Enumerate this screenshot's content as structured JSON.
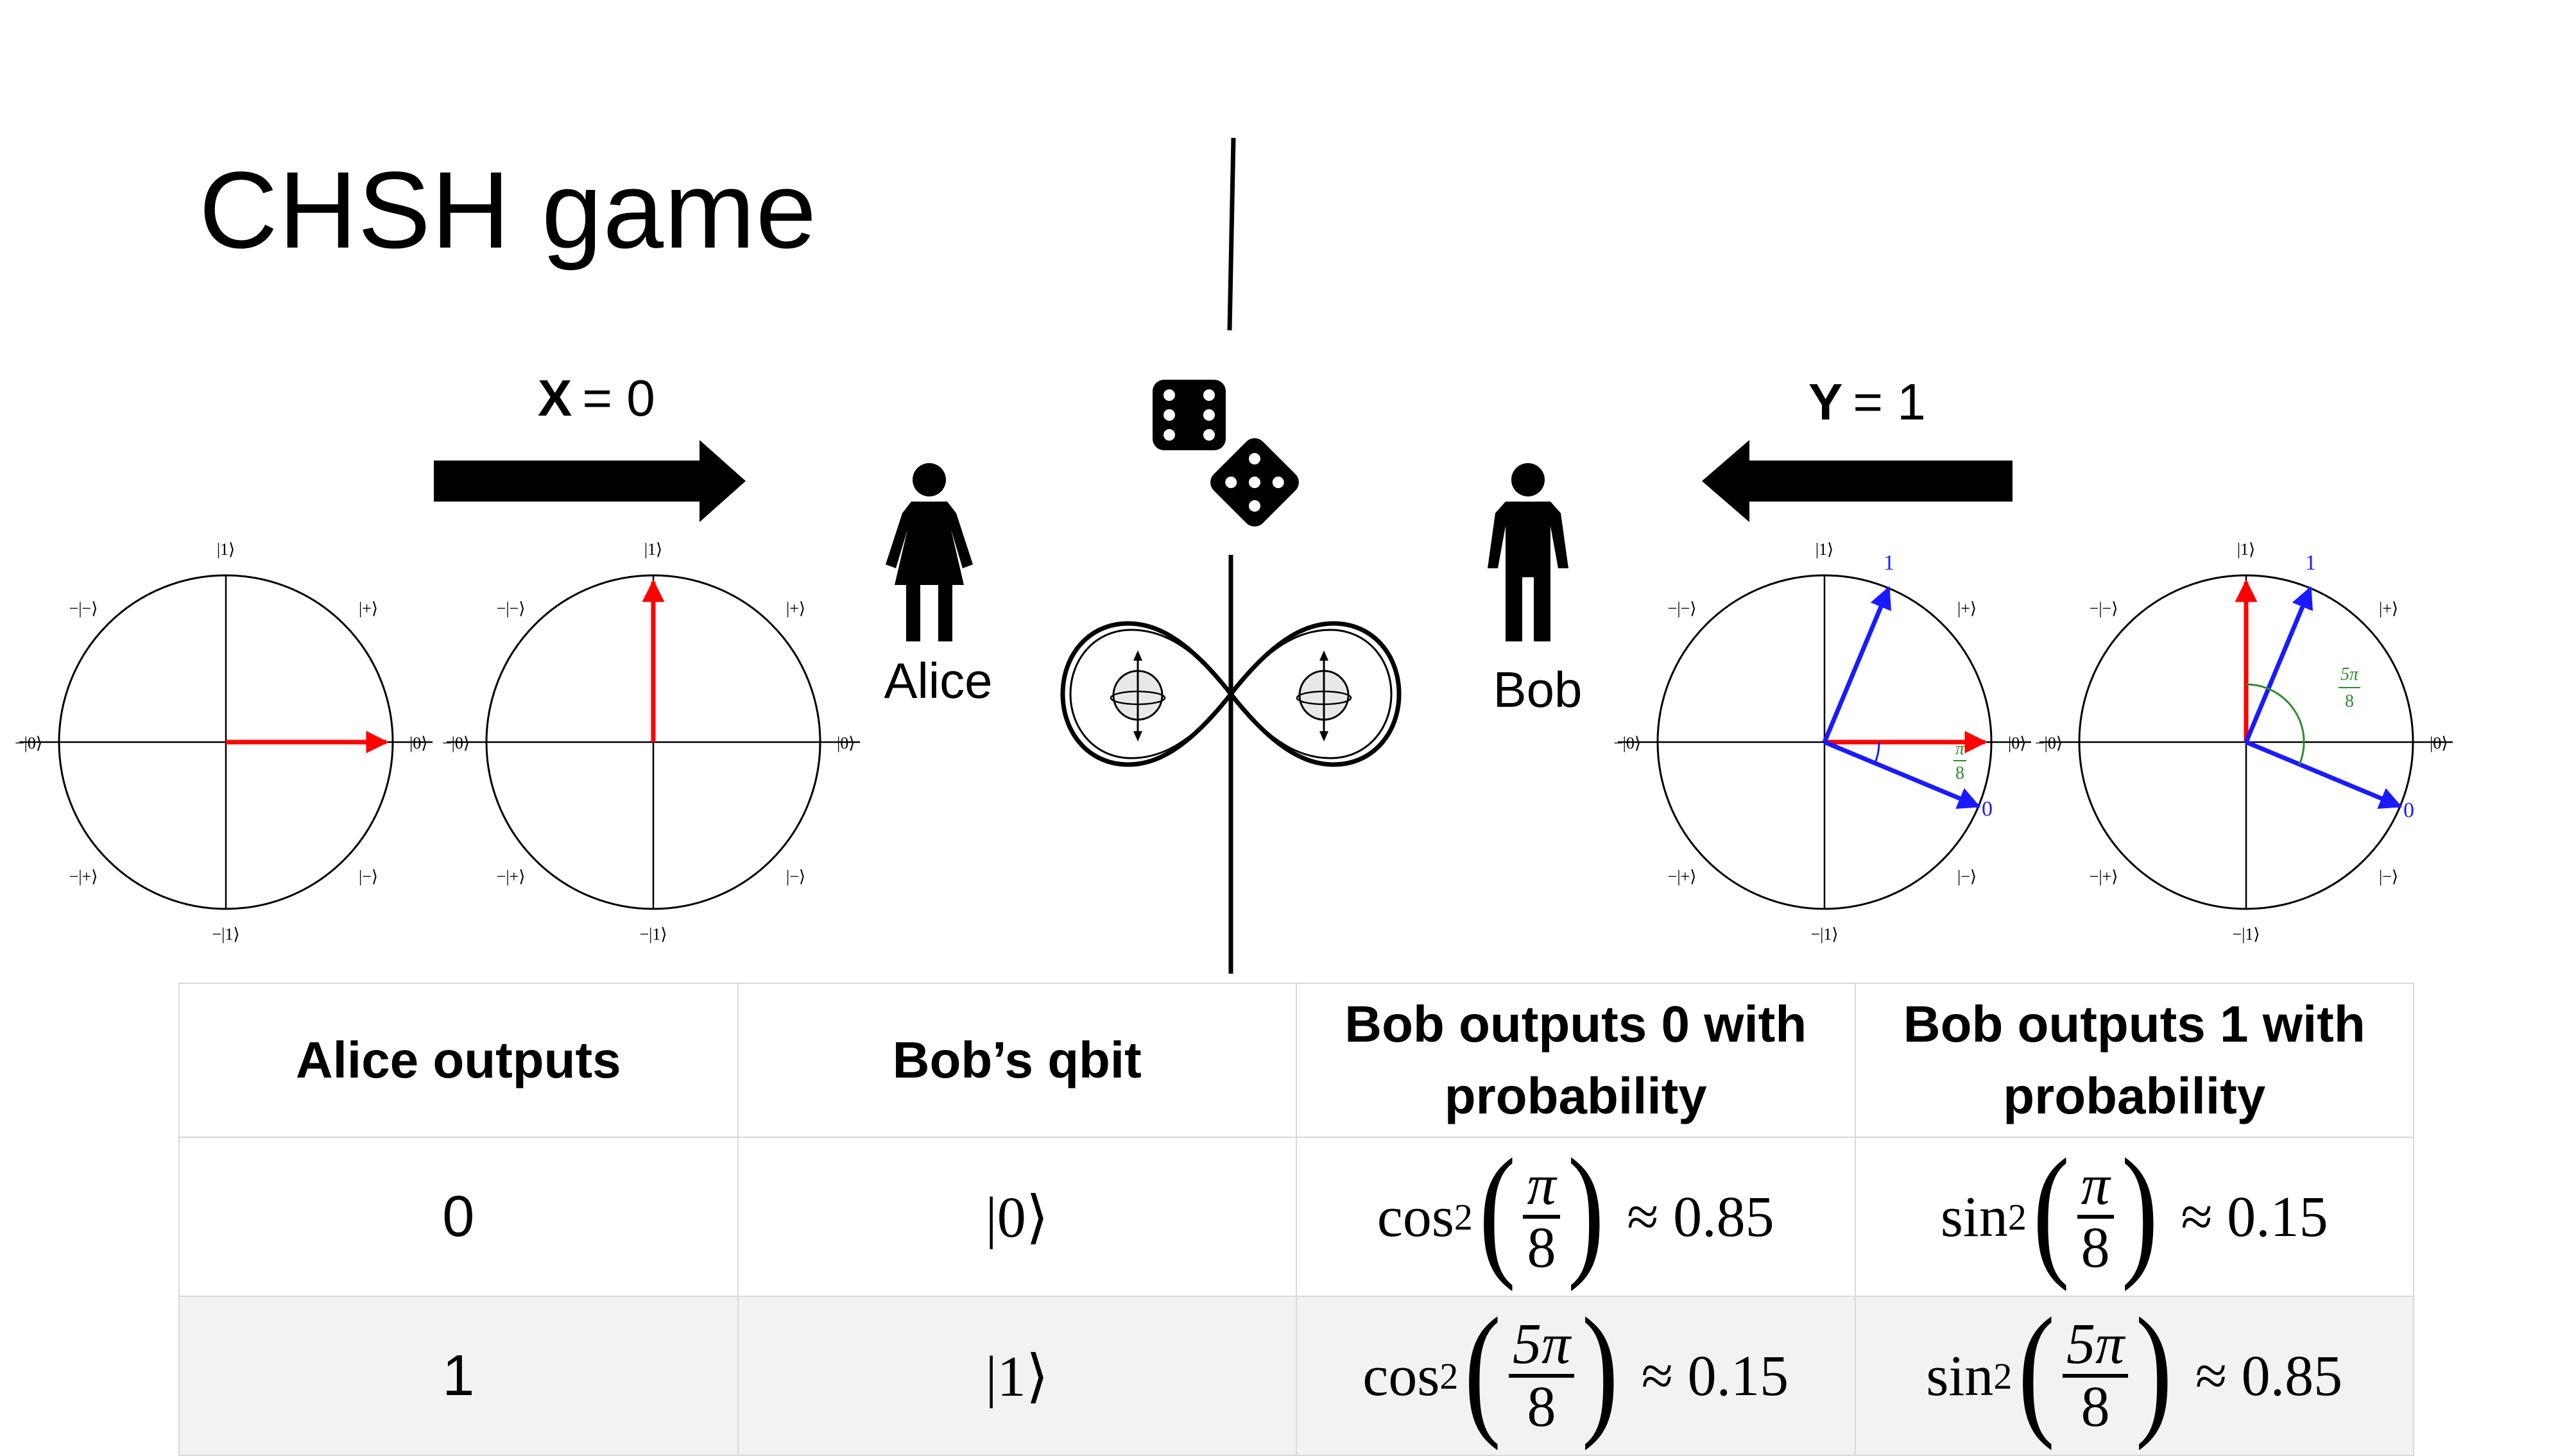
{
  "title": "CHSH game",
  "inputs": {
    "x_label": "X",
    "x_value": "= 0",
    "y_label": "Y",
    "y_value": "= 1"
  },
  "players": {
    "alice": "Alice",
    "bob": "Bob"
  },
  "circle_labels": {
    "top": "|1⟩",
    "bottom": "−|1⟩",
    "right": "|0⟩",
    "left": "−|0⟩",
    "top_right": "|+⟩",
    "top_left": "−|−⟩",
    "bottom_left": "−|+⟩",
    "bottom_right": "|−⟩"
  },
  "basis_labels": {
    "zero": "0",
    "one": "1"
  },
  "angles": {
    "small_num": "π",
    "small_den": "8",
    "large_num": "5π",
    "large_den": "8"
  },
  "colors": {
    "state_vector": "#ff0000",
    "basis_vector": "#1a1aff",
    "angle_label": "#2e8b2e",
    "table_border": "#d9d9d9",
    "table_alt_row": "#f2f2f2"
  },
  "icons": [
    "dice-icon",
    "person-icon",
    "bloch-sphere-icon",
    "infinity-entanglement-icon",
    "arrow-right-icon",
    "arrow-left-icon"
  ],
  "table": {
    "headers": [
      "Alice outputs",
      "Bob’s qbit",
      "Bob outputs 0 with probability",
      "Bob outputs 1 with probability"
    ],
    "rows": [
      {
        "alice": "0",
        "qbit": "|0⟩",
        "p0": {
          "func": "cos",
          "pow": "2",
          "num": "π",
          "den": "8",
          "approx": "≈ 0.85"
        },
        "p1": {
          "func": "sin",
          "pow": "2",
          "num": "π",
          "den": "8",
          "approx": "≈ 0.15"
        }
      },
      {
        "alice": "1",
        "qbit": "|1⟩",
        "p0": {
          "func": "cos",
          "pow": "2",
          "num": "5π",
          "den": "8",
          "approx": "≈ 0.15"
        },
        "p1": {
          "func": "sin",
          "pow": "2",
          "num": "5π",
          "den": "8",
          "approx": "≈ 0.85"
        }
      }
    ]
  }
}
